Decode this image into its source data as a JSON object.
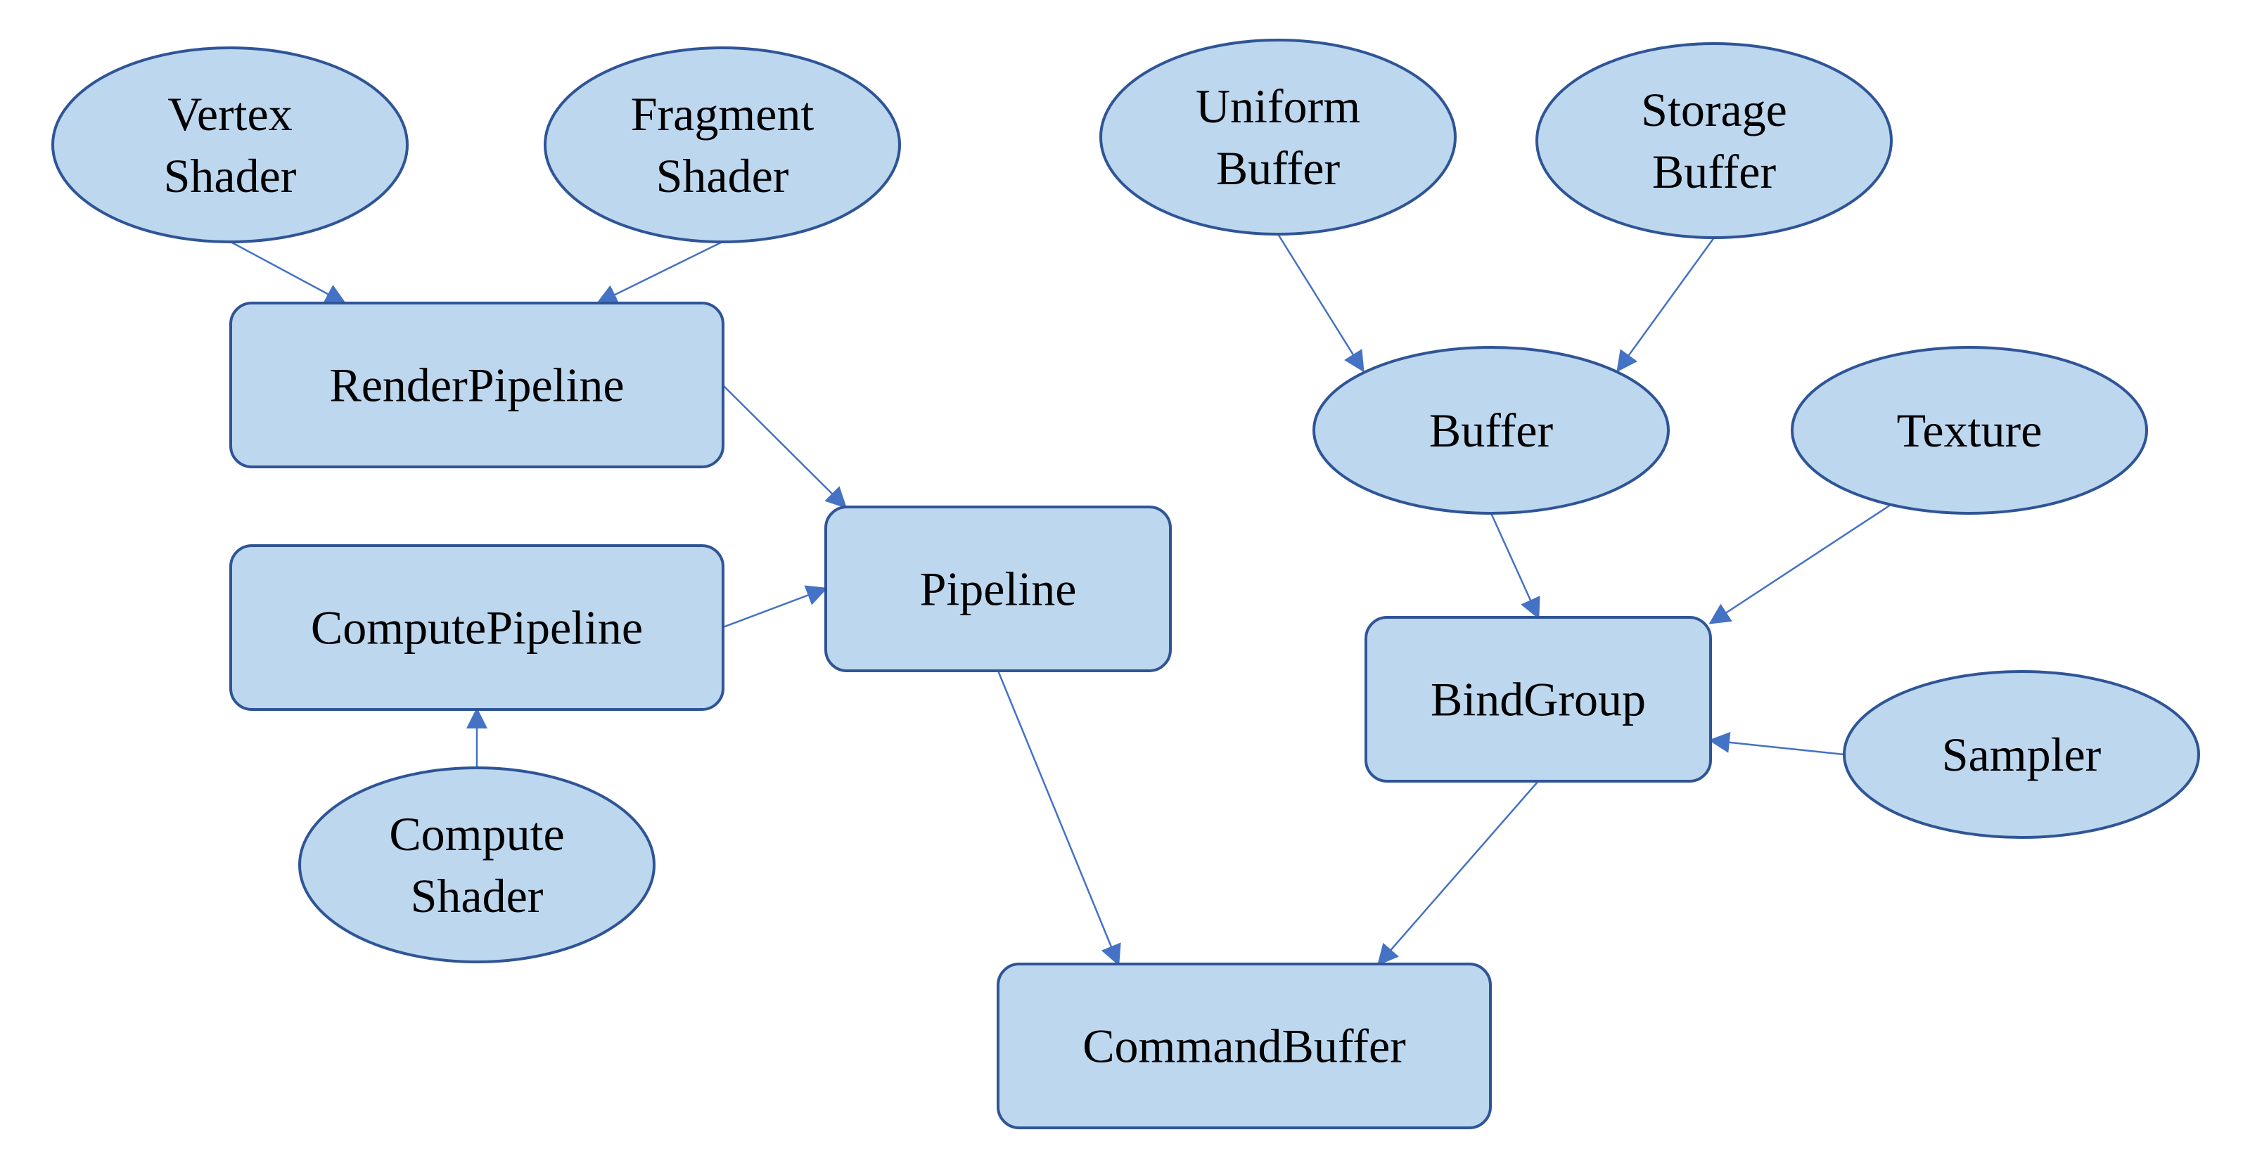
{
  "colors": {
    "node_fill": "#bdd7ee",
    "node_stroke": "#2f5597",
    "edge": "#4472c4",
    "text": "#000000"
  },
  "nodes": [
    {
      "id": "vertex-shader",
      "shape": "ellipse",
      "lines": [
        "Vertex",
        "Shader"
      ]
    },
    {
      "id": "fragment-shader",
      "shape": "ellipse",
      "lines": [
        "Fragment",
        "Shader"
      ]
    },
    {
      "id": "uniform-buffer",
      "shape": "ellipse",
      "lines": [
        "Uniform",
        "Buffer"
      ]
    },
    {
      "id": "storage-buffer",
      "shape": "ellipse",
      "lines": [
        "Storage",
        "Buffer"
      ]
    },
    {
      "id": "render-pipeline",
      "shape": "rect",
      "lines": [
        "RenderPipeline"
      ]
    },
    {
      "id": "compute-pipeline",
      "shape": "rect",
      "lines": [
        "ComputePipeline"
      ]
    },
    {
      "id": "pipeline",
      "shape": "rect",
      "lines": [
        "Pipeline"
      ]
    },
    {
      "id": "buffer",
      "shape": "ellipse",
      "lines": [
        "Buffer"
      ]
    },
    {
      "id": "texture",
      "shape": "ellipse",
      "lines": [
        "Texture"
      ]
    },
    {
      "id": "bind-group",
      "shape": "rect",
      "lines": [
        "BindGroup"
      ]
    },
    {
      "id": "sampler",
      "shape": "ellipse",
      "lines": [
        "Sampler"
      ]
    },
    {
      "id": "compute-shader",
      "shape": "ellipse",
      "lines": [
        "Compute",
        "Shader"
      ]
    },
    {
      "id": "command-buffer",
      "shape": "rect",
      "lines": [
        "CommandBuffer"
      ]
    }
  ],
  "edges": [
    {
      "from": "vertex-shader",
      "to": "render-pipeline"
    },
    {
      "from": "fragment-shader",
      "to": "render-pipeline"
    },
    {
      "from": "render-pipeline",
      "to": "pipeline"
    },
    {
      "from": "compute-pipeline",
      "to": "pipeline"
    },
    {
      "from": "compute-shader",
      "to": "compute-pipeline"
    },
    {
      "from": "pipeline",
      "to": "command-buffer"
    },
    {
      "from": "uniform-buffer",
      "to": "buffer"
    },
    {
      "from": "storage-buffer",
      "to": "buffer"
    },
    {
      "from": "buffer",
      "to": "bind-group"
    },
    {
      "from": "texture",
      "to": "bind-group"
    },
    {
      "from": "sampler",
      "to": "bind-group"
    },
    {
      "from": "bind-group",
      "to": "command-buffer"
    }
  ]
}
